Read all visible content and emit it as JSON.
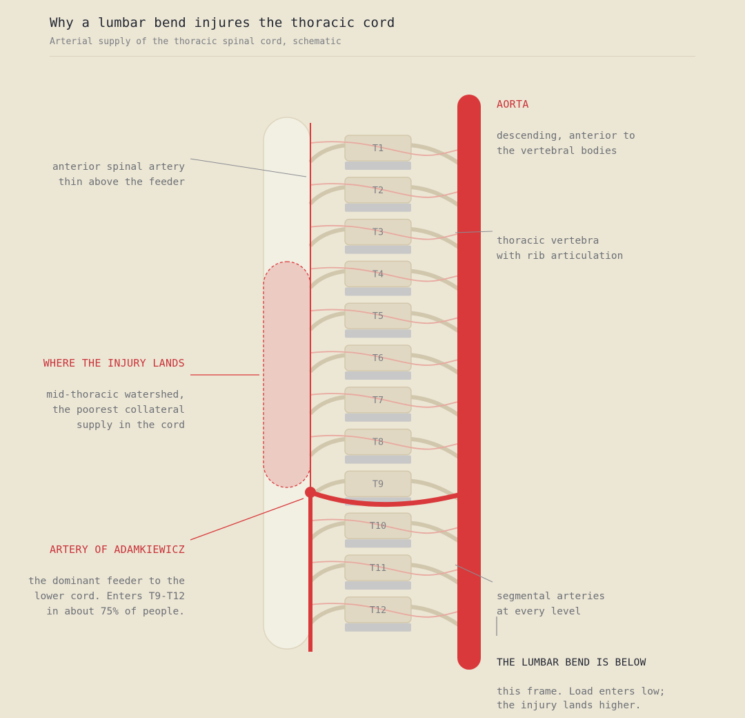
{
  "header": {
    "title": "Why a lumbar bend injures the thoracic cord",
    "subtitle": "Arterial supply of the thoracic spinal cord, schematic"
  },
  "vertebrae": [
    "T1",
    "T2",
    "T3",
    "T4",
    "T5",
    "T6",
    "T7",
    "T8",
    "T9",
    "T10",
    "T11",
    "T12"
  ],
  "feeder_level": "T9",
  "colors": {
    "background": "#ece6d4",
    "artery_red": "#d9393b",
    "injury_fill": "#eccbc3",
    "cord_fill": "#f2efe3",
    "vertebra_fill": "#e1d8c3",
    "disc_gray": "#c8c8c8",
    "rib": "#d1c7ad",
    "segmental_artery": "#e8a9a0"
  },
  "annotations": {
    "aorta": {
      "heading": "AORTA",
      "body": "descending, anterior to\nthe vertebral bodies"
    },
    "anterior_spinal": {
      "body": "anterior spinal artery\nthin above the feeder"
    },
    "vertebra": {
      "body": "thoracic vertebra\nwith rib articulation"
    },
    "injury": {
      "heading": "WHERE THE INJURY LANDS",
      "body": "mid-thoracic watershed,\nthe poorest collateral\nsupply in the cord"
    },
    "adamkiewicz": {
      "heading": "ARTERY OF ADAMKIEWICZ",
      "body": "the dominant feeder to the\nlower cord. Enters T9-T12\nin about 75% of people."
    },
    "segmental": {
      "body": "segmental arteries\nat every level"
    },
    "lumbar": {
      "heading": "THE LUMBAR BEND IS BELOW",
      "body": "this frame. Load enters low;\nthe injury lands higher."
    }
  }
}
